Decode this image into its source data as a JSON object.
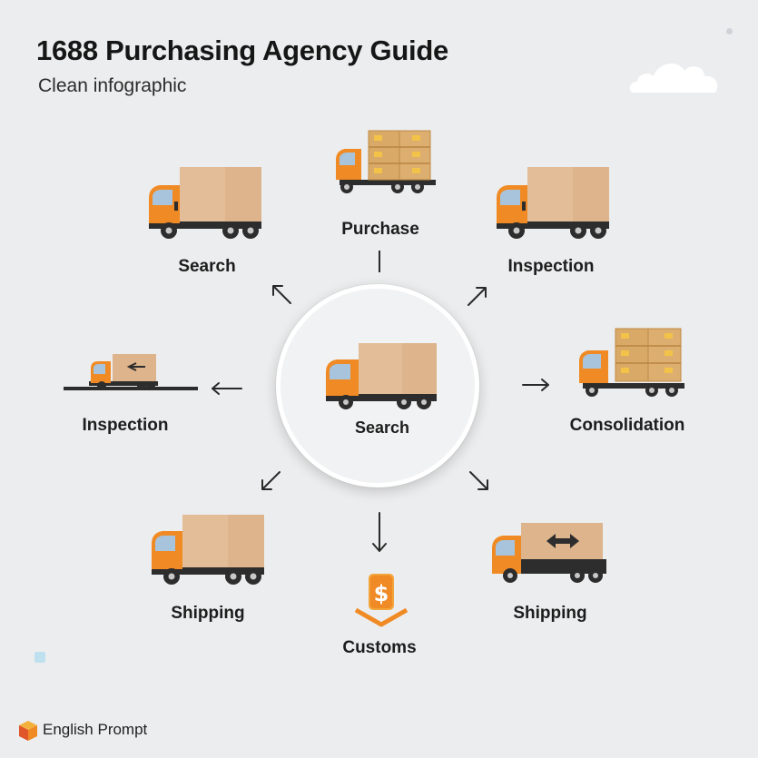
{
  "header": {
    "title": "1688 Purchasing Agency Guide",
    "subtitle": "Clean infographic"
  },
  "steps": {
    "purchase": "Purchase",
    "search_top": "Search",
    "inspection_top": "Inspection",
    "inspection_left": "Inspection",
    "center": "Search",
    "consolidation": "Consolidation",
    "shipping_left": "Shipping",
    "customs": "Customs",
    "shipping_right": "Shipping"
  },
  "footer": {
    "text": "English Prompt"
  },
  "colors": {
    "background": "#ecedee",
    "cab": "#f08a24",
    "cargo": "#ddb48c",
    "chassis": "#2d2d2d"
  },
  "icons": [
    "cloud-icon",
    "box-truck-icon",
    "pallet-truck-icon",
    "flatbed-truck-icon",
    "customs-dollar-icon",
    "cube-logo-icon",
    "arrow-icon"
  ]
}
